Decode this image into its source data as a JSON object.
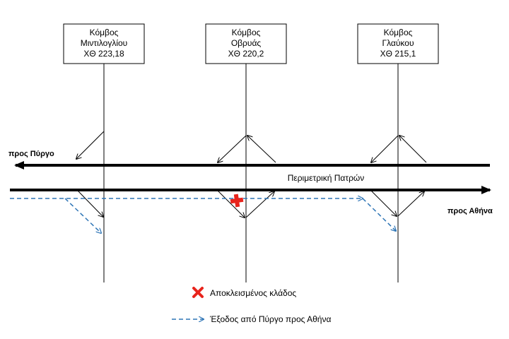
{
  "nodes": [
    {
      "name": "Κόμβος",
      "line2": "Μιντιλογλίου",
      "line3": "ΧΘ 223,18"
    },
    {
      "name": "Κόμβος",
      "line2": "Οβρυάς",
      "line3": "ΧΘ 220,2"
    },
    {
      "name": "Κόμβος",
      "line2": "Γλαύκου",
      "line3": "ΧΘ 215,1"
    }
  ],
  "road": {
    "name": "Περιμετρική Πατρών",
    "dir_left": "προς Πύργο",
    "dir_right": "προς Αθήνα"
  },
  "legend": {
    "closed": "Αποκλεισμένος κλάδος",
    "exit": "Έξοδος από Πύργο προς Αθήνα"
  },
  "colors": {
    "closed_marker": "#e8241c",
    "exit_route": "#2e75b6",
    "road": "#000000"
  }
}
